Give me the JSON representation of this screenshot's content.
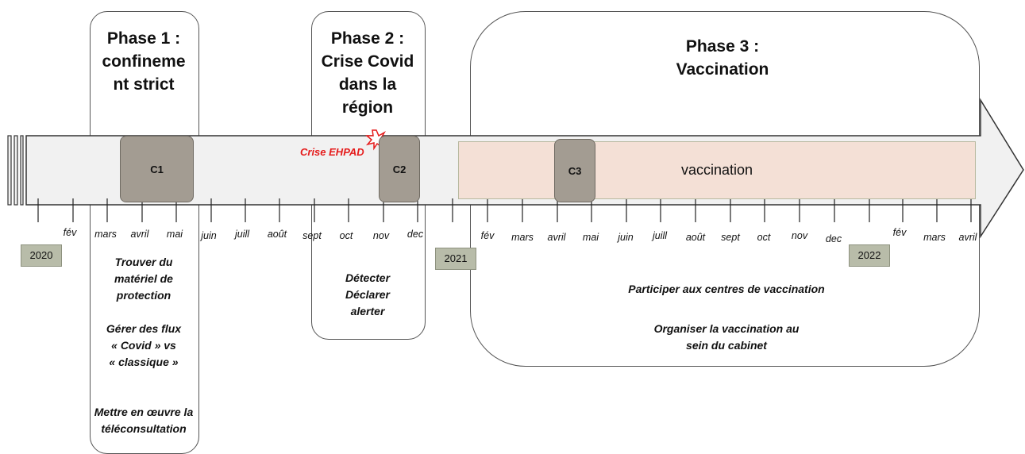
{
  "phases": [
    {
      "id": "phase1",
      "title": "Phase 1 :\nconfineme\nnt strict"
    },
    {
      "id": "phase2",
      "title": "Phase 2 :\nCrise Covid\ndans la\nrégion"
    },
    {
      "id": "phase3",
      "title": "Phase 3 :\nVaccination"
    }
  ],
  "tasks": {
    "phase1": "Trouver du\nmatériel de\nprotection\n\nGérer des flux\n« Covid » vs\n« classique »\n\n\nMettre en œuvre la\ntéléconsultation",
    "phase2": "Détecter\nDéclarer\nalerter",
    "phase3_a": "Participer aux centres de vaccination",
    "phase3_b": "Organiser la vaccination au\nsein du cabinet"
  },
  "events": {
    "crise_ehpad": "Crise EHPAD",
    "vaccination": "vaccination"
  },
  "consultations": [
    "C1",
    "C2",
    "C3"
  ],
  "years": [
    "2020",
    "2021",
    "2022"
  ],
  "months_2020": [
    "fév",
    "mars",
    "avril",
    "mai",
    "juin",
    "juill",
    "août",
    "sept",
    "oct",
    "nov",
    "dec"
  ],
  "months_2021": [
    "fév",
    "mars",
    "avril",
    "mai",
    "juin",
    "juill",
    "août",
    "sept",
    "oct",
    "nov",
    "dec"
  ],
  "months_2022": [
    "fév",
    "mars",
    "avril"
  ],
  "colors": {
    "arrow_fill": "#f1f1f1",
    "vaccination_band": "#f4e0d6",
    "consultation_box": "#a39c92",
    "year_tag": "#b8bca9",
    "alert_red": "#e51b1b"
  }
}
